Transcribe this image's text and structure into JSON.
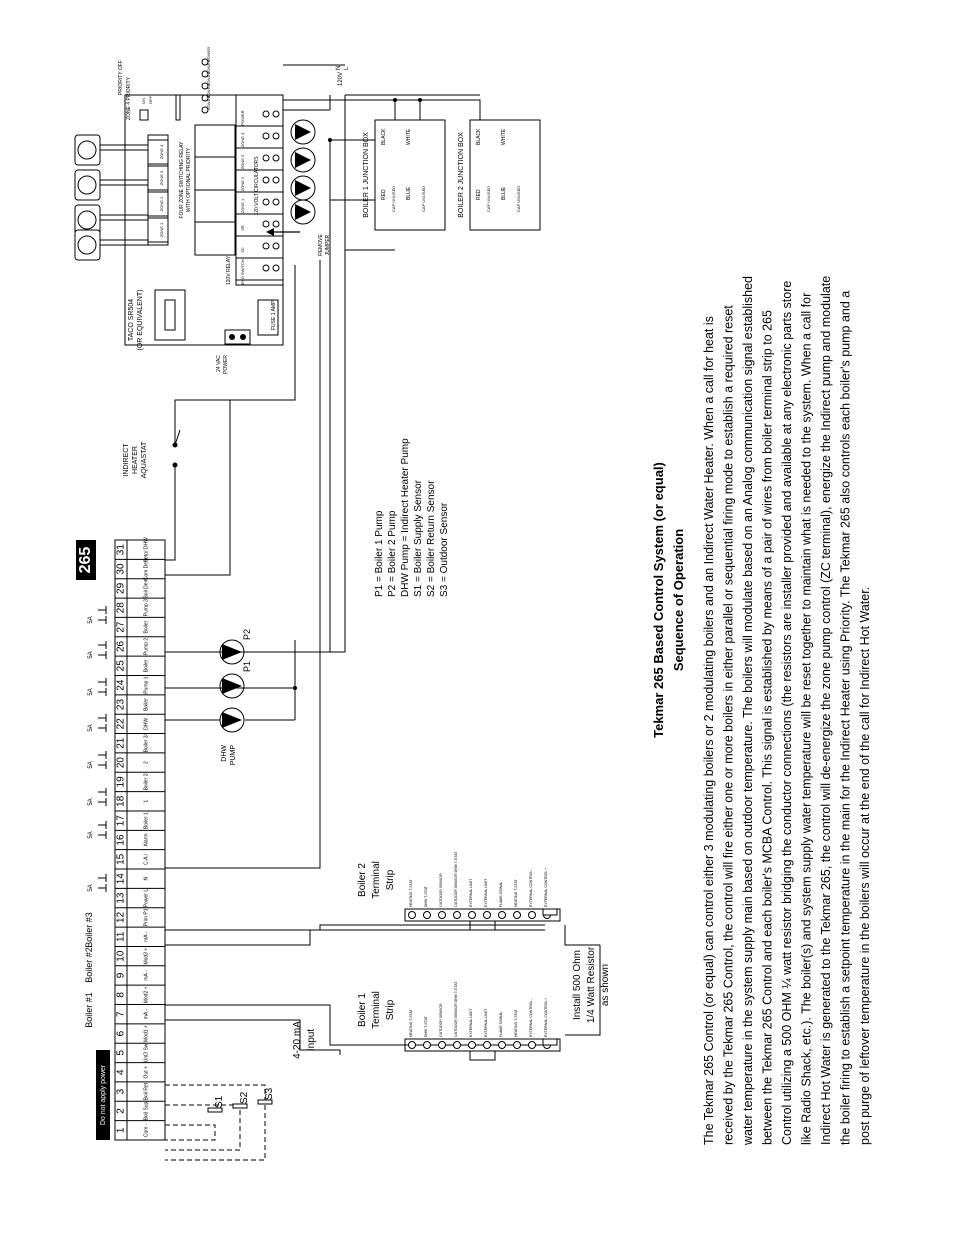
{
  "title": "Tekmar 265 Based Control System (or equal)",
  "subtitle": "Sequence of Operation",
  "body_text": [
    "The Tekmar 265 Control (or equal) can control either 3 modulating boilers or 2 modulating boilers and an Indirect Water Heater.  When a call for heat is",
    "received by the Tekmar 265 Control, the control will fire either one or more boilers in either parallel or sequential firing mode to establish a required reset",
    "water temperature in the system supply main based on outdoor temperature.  The boilers will modulate based on an Analog communication signal established",
    "between the Tekmar 265 Control and each boiler's MCBA Control.  This signal is established by means of a pair of wires from boiler terminal strip to 265",
    "Control utilizing a 500 OHM ¼ watt resistor bridging the conductor connections (the resistors are installer provided and available at any electronic parts store",
    "like Radio Shack, etc.). The boiler(s) and system supply water temperature will be reset together to maintain what is needed to the system.  When a call for",
    "Indirect Hot Water is generated to the Tekmar 265, the control will de-energize the zone pump control (ZC terminal), energize the Indirect pump and modulate",
    "the boiler firing to establish a setpoint temperature in the main for the Indirect Heater using Priority. The Tekmar 265 also controls each boiler's pump and a",
    "post purge of leftover temperature in the boilers will occur at the end of the call for Indirect Hot Water."
  ],
  "legend": [
    "P1 = Boiler 1 Pump",
    "P2 = Boiler 2 Pump",
    "DHW Pump = Indirect Heater Pump",
    "S1 = Boiler Supply Sensor",
    "S2 = Boiler Return Sensor",
    "S3 = Outdoor Sensor"
  ],
  "tekmar": {
    "model": "265",
    "do_not_power": "Do not apply power",
    "terminal_numbers": [
      "1",
      "2",
      "3",
      "4",
      "5",
      "6",
      "7",
      "8",
      "9",
      "10",
      "11",
      "12",
      "13",
      "14",
      "15",
      "16",
      "17",
      "18",
      "19",
      "20",
      "21",
      "22",
      "23",
      "24",
      "25",
      "26",
      "27",
      "28",
      "29",
      "30",
      "31"
    ],
    "terminal_labels": [
      "Com -",
      "Boil Sup",
      "Boil Ret",
      "Out +",
      "UnO Sw",
      "Mod1 +",
      "mA -",
      "Mod2 +",
      "mA -",
      "Mod3 +",
      "mA -",
      "Prim P1",
      "Power L",
      "N",
      "C.A./",
      "Alarm",
      "Boiler 1",
      "1",
      "Boiler 2",
      "2",
      "Boiler 3/",
      "DHW",
      "Boiler",
      "Pump 1",
      "Boiler",
      "Pump 2",
      "Boiler",
      "Pump 3",
      "Boil Dem",
      "Com Dem",
      "Setp/ DHW"
    ],
    "boiler_headers": [
      "Boiler #1",
      "Boiler #2",
      "Boiler #3"
    ],
    "fuse": "5A",
    "sensors": [
      "S1",
      "S2",
      "S3"
    ],
    "input_label": "4-20 mA Input",
    "resistor_note": "Install 500 Ohm 1/4 Watt Resistor as shown"
  },
  "pumps": {
    "p1": "P1",
    "p2": "P2",
    "dhw": "DHW PUMP"
  },
  "aquastat": "INDIRECT HEATER AQUASTAT",
  "taco": {
    "name": "TACO SR504 (OR EQUIVALENT)",
    "relay_desc": "FOUR ZONE SWITCHING RELAY WITH OPTIONAL PRIORITY",
    "relay_120": "120V RELAY",
    "end_switch": "END SWITCH",
    "x_labels": [
      "X",
      "X"
    ],
    "zc_zr": [
      "ZC",
      "ZR"
    ],
    "zones": [
      "ZONE 1",
      "ZONE 2",
      "ZONE 3",
      "ZONE 4"
    ],
    "circulators": "120 VOLT CIRCULATORS",
    "power_input": [
      "POWER",
      "INPUT"
    ],
    "zone_priority": "ZONE 4 PRIORITY",
    "priority_off": "PRIORITY OFF",
    "on_off": [
      "ON",
      "OFF"
    ],
    "leds": [
      "POWER",
      "ZONE 1",
      "ZONE 2",
      "ZONE 3",
      "ZONE 4"
    ],
    "vac": "24 VAC POWER",
    "fuse": "FUSE 1 AMP",
    "remove_jumper": "REMOVE JUMPER",
    "supply": [
      "N",
      "L",
      "120V"
    ]
  },
  "junction_boxes": [
    {
      "title": "BOILER 1 JUNCTION BOX",
      "wires": [
        "RED",
        "BLACK",
        "BLUE",
        "WHITE"
      ],
      "cap": "CAP UNUSED"
    },
    {
      "title": "BOILER 2 JUNCTION BOX",
      "wires": [
        "RED",
        "BLACK",
        "BLUE",
        "WHITE"
      ],
      "cap": "CAP UNUSED"
    }
  ],
  "terminal_strips": [
    {
      "title": "Boiler 1 Terminal Strip"
    },
    {
      "title": "Boiler 2 Terminal Strip"
    }
  ],
  "strip_terminals": [
    "HEATING T-STAT",
    "DHW T-STAT",
    "OUTDOOR SENSOR",
    "OUTDOOR SENSOR DHW T-STAT",
    "EXTERNAL LIMIT",
    "EXTERNAL LIMIT",
    "FLAME SIGNAL",
    "HEATING T-STAT",
    "EXTERNAL CONTROL -",
    "EXTERNAL CONTROL +"
  ]
}
